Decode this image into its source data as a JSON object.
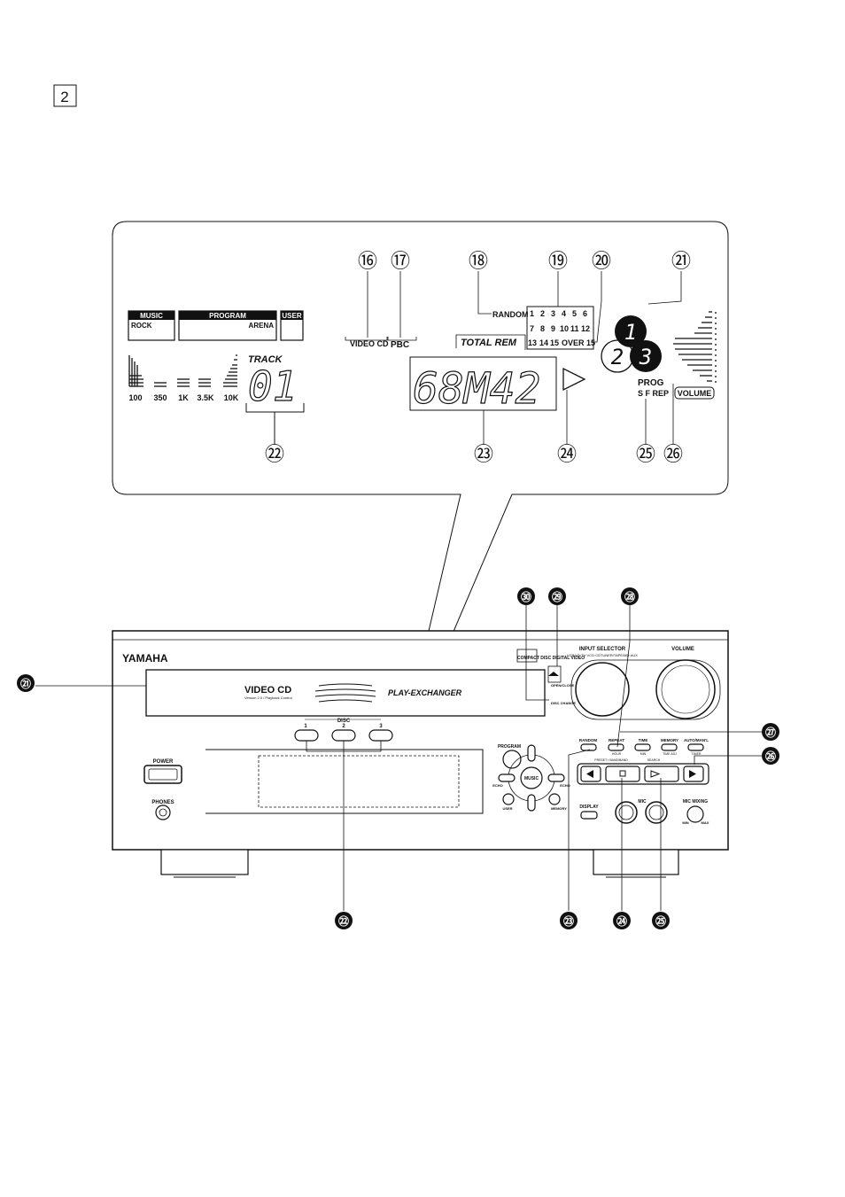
{
  "page": {
    "number": "2"
  },
  "display": {
    "music_label": "MUSIC",
    "rock_label": "ROCK",
    "program_label": "PROGRAM",
    "arena_label": "ARENA",
    "user_label": "USER",
    "track_label": "TRACK",
    "track_value": "01",
    "eq_bands": [
      "100",
      "350",
      "1K",
      "3.5K",
      "10K"
    ],
    "video_cd_label": "VIDEO CD",
    "pbc_label": "PBC",
    "random_label": "RANDOM",
    "track_numbers_row1": [
      "1",
      "2",
      "3",
      "4",
      "5",
      "6"
    ],
    "track_numbers_row2": [
      "7",
      "8",
      "9",
      "10",
      "11",
      "12"
    ],
    "track_numbers_row3": [
      "13",
      "14",
      "15"
    ],
    "over_label": "OVER 15",
    "total_rem_label": "TOTAL REM",
    "time_value": "68M42",
    "disc_numbers": [
      "1",
      "2",
      "3"
    ],
    "prog_label": "PROG",
    "sfrep_label": "S F REP",
    "volume_label": "VOLUME"
  },
  "callouts_display": [
    "⑯",
    "⑰",
    "⑱",
    "⑲",
    "⑳",
    "㉑",
    "㉒",
    "㉓",
    "㉔",
    "㉕",
    "㉖"
  ],
  "callouts_panel": [
    "㉚",
    "㉙",
    "㉘",
    "㉑",
    "㉗",
    "㉖",
    "㉒",
    "㉓",
    "㉔",
    "㉕"
  ],
  "panel": {
    "brand": "YAMAHA",
    "video_cd": "VIDEO CD",
    "version_text": "Version 2.0 / Playback Control",
    "play_exchanger": "PLAY-EXCHANGER",
    "disc_label": "DISC",
    "disc_buttons": [
      "1",
      "2",
      "3"
    ],
    "power": "POWER",
    "phones": "PHONES",
    "program": "PROGRAM",
    "music": "MUSIC",
    "echo": "ECHO",
    "user": "USER",
    "memory": "MEMORY",
    "random": "RANDOM",
    "repeat": "REPEAT",
    "hour": "HOUR",
    "time": "TIME",
    "min": "MIN",
    "time_adj": "TIME ADJ",
    "auto_manl": "AUTO/MAN'L",
    "timer": "TIMER",
    "display": "DISPLAY",
    "mic": "MIC",
    "mic_mixing": "MIC MIXING",
    "mic_min": "MIN",
    "mic_max": "MAX",
    "input_selector": "INPUT SELECTOR",
    "input_sources": "VCR/LD·TV·VCD·CDTUNER/TAPE/MD·AUX",
    "volume": "VOLUME",
    "open_close": "OPEN/CLOSE",
    "disc_change": "DISC CHANGE",
    "preset_band": "PRESET • BAND/BAND",
    "search": "SEARCH",
    "compact_disc": "COMPACT DISC DIGITAL VIDEO"
  }
}
